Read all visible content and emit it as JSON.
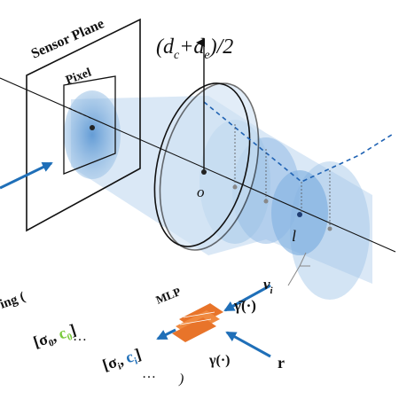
{
  "labels": {
    "sensor_plane": "Sensor Plane",
    "pixel": "Pixel",
    "radius_formula": {
      "open": "(",
      "d": "d",
      "c_sub": "c",
      "plus": "+",
      "e_sub": "e",
      "close": ")/2"
    },
    "origin": "o",
    "distance": "l",
    "mlp": "MLP",
    "nu": "ν",
    "nu_sub": "i",
    "gamma_bar": "γ̄(·)",
    "gamma": "γ(·)",
    "r": "r",
    "left_fragment": "ing (",
    "output0": {
      "bracket_open": "[",
      "sigma": "σ",
      "sub0": "0",
      "comma": ",",
      "c": "c",
      "csub": "0",
      "bracket_close": "]"
    },
    "output_i": {
      "bracket_open": "[",
      "sigma": "σ",
      "subi": "i",
      "comma": ",",
      "c": "c",
      "csub": "i",
      "bracket_close": "]"
    },
    "dots1": "…",
    "dots2": "…",
    "close_paren": ")"
  },
  "colors": {
    "blue_light": "#9ec3e6",
    "blue_mid": "#4f8fd0",
    "blue_dark": "#1f62b3",
    "arrow_blue": "#1f6fb8",
    "mlp_orange": "#e8742a",
    "green": "#78c93c",
    "ink": "#111111"
  }
}
